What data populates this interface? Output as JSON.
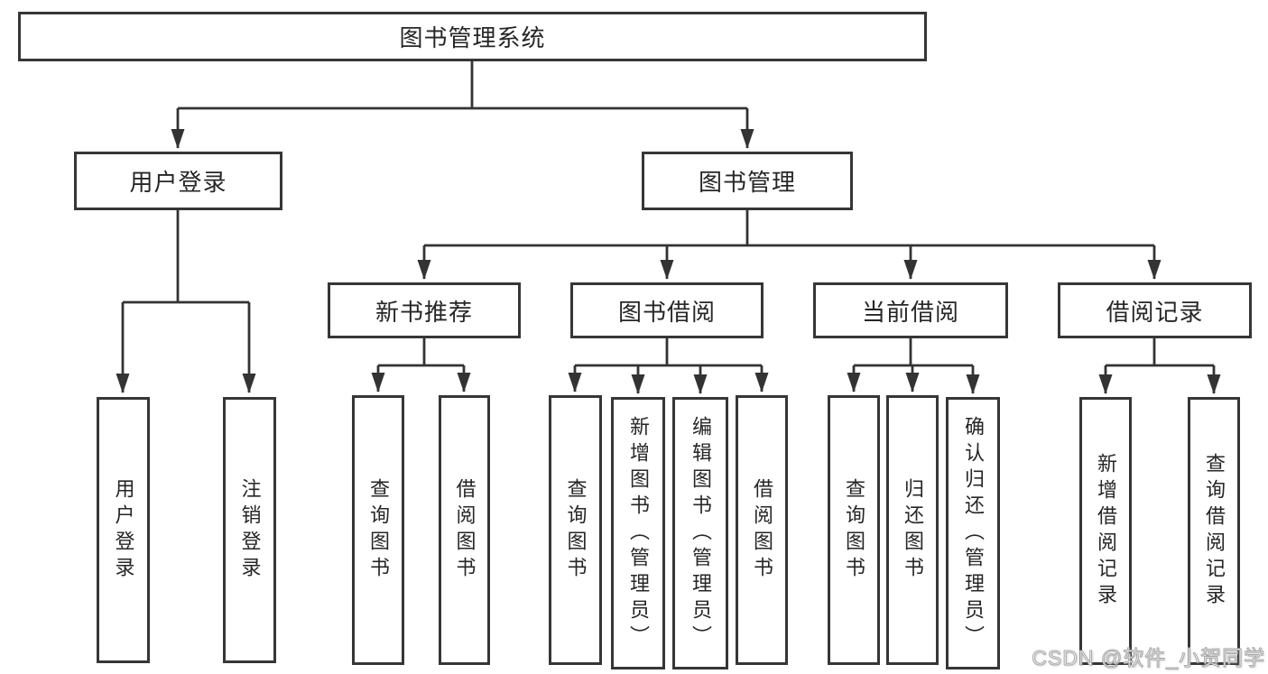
{
  "tree": {
    "label": "图书管理系统",
    "children": [
      {
        "label": "用户登录",
        "children": [
          {
            "label": "用户登录"
          },
          {
            "label": "注销登录"
          }
        ]
      },
      {
        "label": "图书管理",
        "children": [
          {
            "label": "新书推荐",
            "children": [
              {
                "label": "查询图书"
              },
              {
                "label": "借阅图书"
              }
            ]
          },
          {
            "label": "图书借阅",
            "children": [
              {
                "label": "查询图书"
              },
              {
                "label": "新增图书（管理员）"
              },
              {
                "label": "编辑图书（管理员）"
              },
              {
                "label": "借阅图书"
              }
            ]
          },
          {
            "label": "当前借阅",
            "children": [
              {
                "label": "查询图书"
              },
              {
                "label": "归还图书"
              },
              {
                "label": "确认归还（管理员）"
              }
            ]
          },
          {
            "label": "借阅记录",
            "children": [
              {
                "label": "新增借阅记录"
              },
              {
                "label": "查询借阅记录"
              }
            ]
          }
        ]
      }
    ]
  },
  "watermark": {
    "text": "CSDN @软件_小贺同学"
  },
  "colors": {
    "line": "#333333",
    "text": "#262626",
    "box_background": "#ffffff",
    "page_background": "#ffffff",
    "watermark": "#d9d9d9"
  }
}
